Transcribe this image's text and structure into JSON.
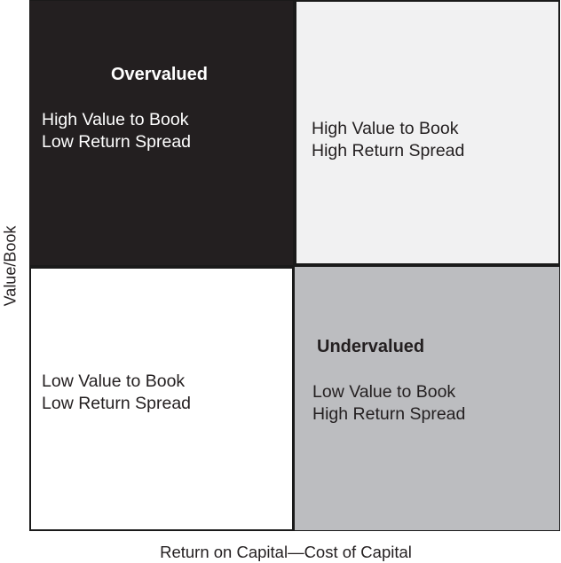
{
  "axes": {
    "y_label": "Value/Book",
    "x_label": "Return on Capital—Cost of Capital"
  },
  "quadrants": {
    "top_left": {
      "title": "Overvalued",
      "lines": [
        "High Value to Book",
        "Low Return Spread"
      ],
      "background": "#231f20"
    },
    "top_right": {
      "lines": [
        "High Value to Book",
        "High Return Spread"
      ],
      "background": "#f1f1f2"
    },
    "bottom_left": {
      "lines": [
        "Low Value to Book",
        "Low Return Spread"
      ],
      "background": "#ffffff"
    },
    "bottom_right": {
      "title": "Undervalued",
      "lines": [
        "Low Value to Book",
        "High Return Spread"
      ],
      "background": "#bcbdc0"
    }
  }
}
